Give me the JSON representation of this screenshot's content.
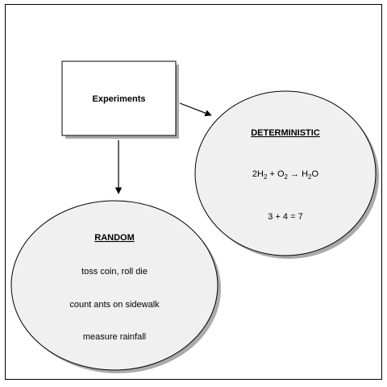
{
  "root": {
    "label": "Experiments"
  },
  "deterministic": {
    "title": "DETERMINISTIC",
    "formula": {
      "coef": "2H",
      "sub1": "2",
      "plus": " + O",
      "sub2": "2",
      "arrow": " → H",
      "sub3": "2",
      "tail": "O"
    },
    "equation": "3 + 4 = 7"
  },
  "random": {
    "title": "RANDOM",
    "items": [
      "toss coin, roll die",
      "count ants on sidewalk",
      "measure rainfall"
    ]
  },
  "colors": {
    "ellipse_fill": "#f0f0f0",
    "shadow": "#aaaaaa",
    "stroke": "#000000"
  }
}
